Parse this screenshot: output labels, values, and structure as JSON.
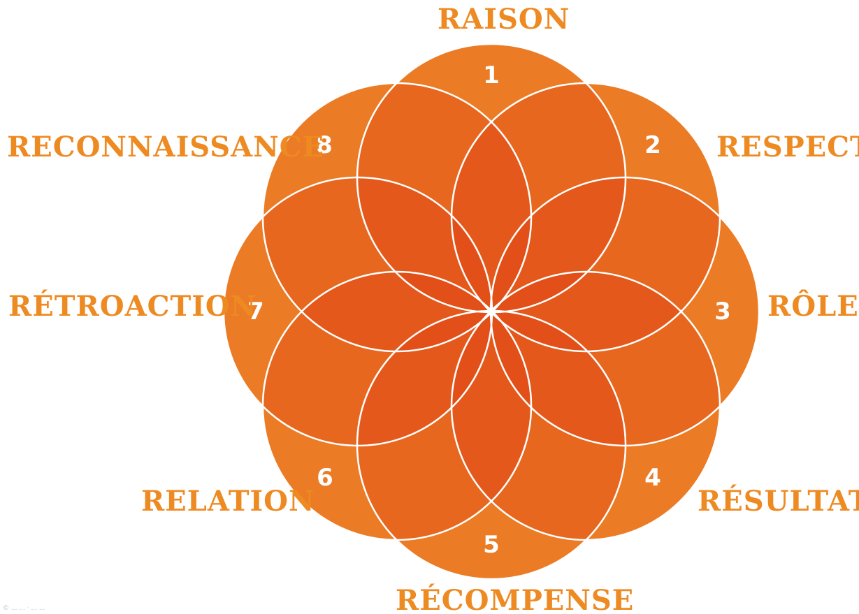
{
  "colors": {
    "outer_petal": "#f0962c",
    "single_overlap": "#e8620f",
    "double_overlap": "#e24d12",
    "center": "#e03512",
    "stroke": "#ffffff",
    "label": "#ee8a22",
    "number": "#ffffff"
  },
  "petals": [
    {
      "number": "1",
      "label": "RAISON"
    },
    {
      "number": "2",
      "label": "RESPECT"
    },
    {
      "number": "3",
      "label": "RÔLE"
    },
    {
      "number": "4",
      "label": "RÉSULTATS"
    },
    {
      "number": "5",
      "label": "RÉCOMPENSE"
    },
    {
      "number": "6",
      "label": "RELATION"
    },
    {
      "number": "7",
      "label": "RÉTROACTION"
    },
    {
      "number": "8",
      "label": "RECONNAISSANCE"
    }
  ],
  "footer": {
    "copyright": "© ... ...  ·  ... ..."
  }
}
